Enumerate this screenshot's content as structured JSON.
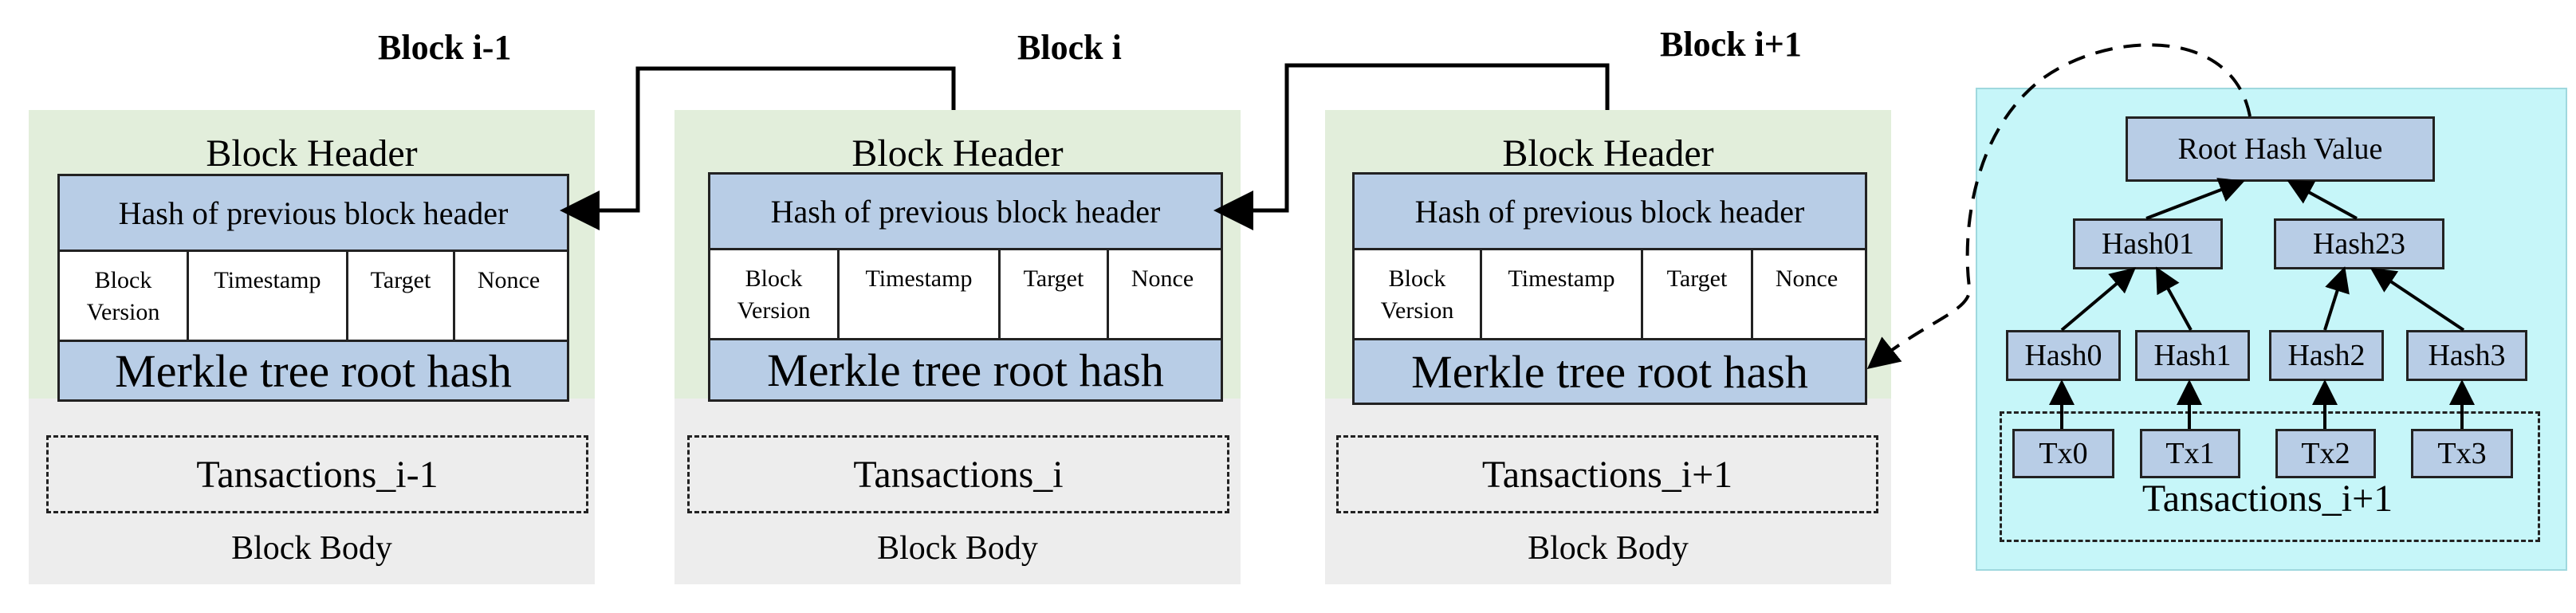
{
  "blocks": [
    {
      "title": "Block i-1",
      "header_label": "Block Header",
      "prev_hash_label": "Hash of previous block header",
      "fields": [
        "Block Version",
        "Timestamp",
        "Target",
        "Nonce"
      ],
      "merkle_label": "Merkle tree root hash",
      "transactions_label": "Tansactions_i-1",
      "body_label": "Block Body"
    },
    {
      "title": "Block i",
      "header_label": "Block Header",
      "prev_hash_label": "Hash of previous block header",
      "fields": [
        "Block Version",
        "Timestamp",
        "Target",
        "Nonce"
      ],
      "merkle_label": "Merkle tree root hash",
      "transactions_label": "Tansactions_i",
      "body_label": "Block Body"
    },
    {
      "title": "Block i+1",
      "header_label": "Block Header",
      "prev_hash_label": "Hash of previous block header",
      "fields": [
        "Block Version",
        "Timestamp",
        "Target",
        "Nonce"
      ],
      "merkle_label": "Merkle tree root hash",
      "transactions_label": "Tansactions_i+1",
      "body_label": "Block Body"
    }
  ],
  "merkle_tree": {
    "root": "Root Hash Value",
    "level1": [
      "Hash01",
      "Hash23"
    ],
    "level2": [
      "Hash0",
      "Hash1",
      "Hash2",
      "Hash3"
    ],
    "transactions": [
      "Tx0",
      "Tx1",
      "Tx2",
      "Tx3"
    ],
    "transactions_label": "Tansactions_i+1"
  },
  "colors": {
    "header_bg": "#e2eedb",
    "body_bg": "#ededed",
    "hash_fill": "#b8cde6",
    "tree_bg": "#c6f6f9"
  }
}
